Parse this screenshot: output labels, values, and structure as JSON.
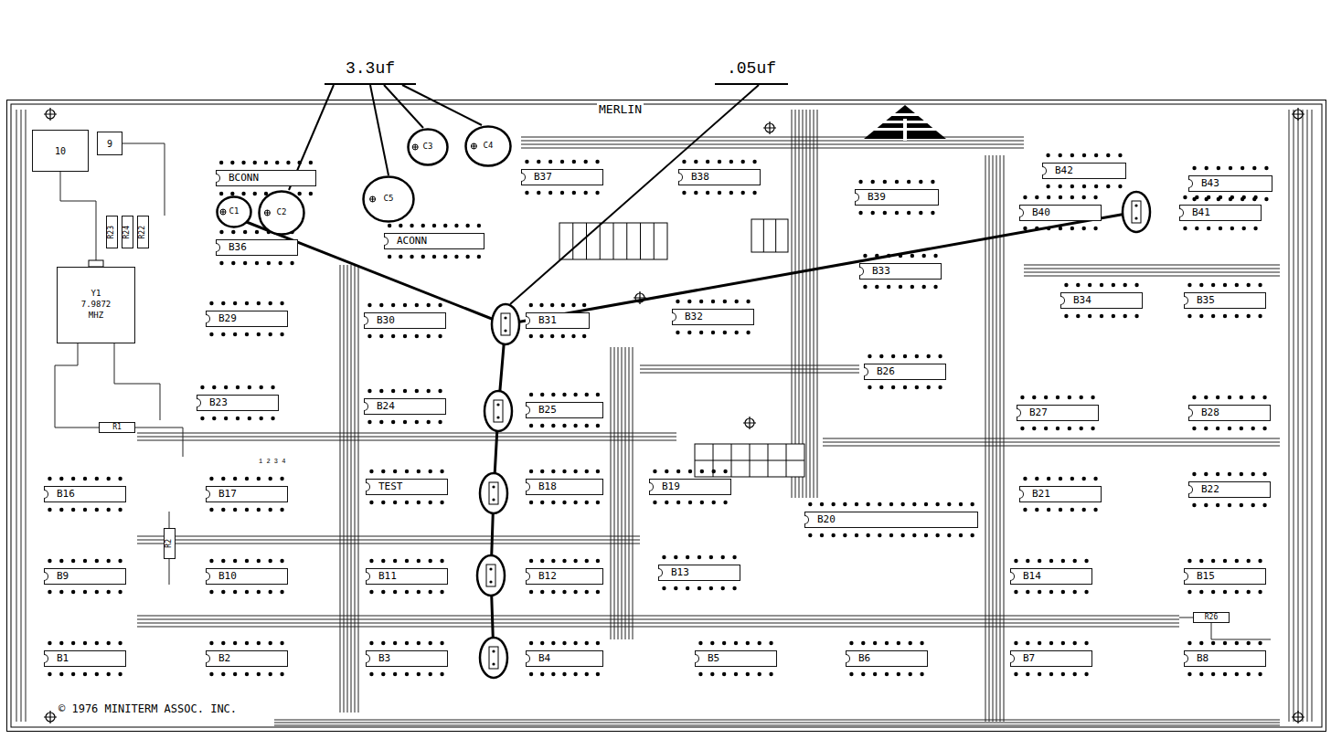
{
  "diagram": {
    "nodes": [
      {
        "text": [
          "MERLIN",
          "© 1976 MINITERM ASSOC. INC."
        ]
      },
      {
        "text": [
          "10"
        ],
        "in": 0
      },
      {
        "text": [
          "9"
        ],
        "in": 0
      },
      {
        "text": [
          "C3"
        ],
        "in": 0
      },
      {
        "text": [
          "C4"
        ],
        "in": 0
      },
      {
        "text": [
          "B37"
        ],
        "in": 0
      },
      {
        "text": [
          "B38"
        ],
        "in": 0
      },
      {
        "text": [
          "B42"
        ],
        "in": 0
      },
      {
        "text": [
          "B43"
        ],
        "in": 0
      },
      {
        "text": [
          "BCONN"
        ],
        "in": 0
      },
      {
        "text": [
          "C5"
        ],
        "in": 0
      },
      {
        "text": [
          "B39"
        ],
        "in": 0
      },
      {
        "text": [
          "C1"
        ],
        "in": 0
      },
      {
        "text": [
          "C2"
        ],
        "in": 0
      },
      {
        "text": [
          "R23"
        ],
        "in": 0
      },
      {
        "text": [
          "R24"
        ],
        "in": 0
      },
      {
        "text": [
          "R22"
        ],
        "in": 0
      },
      {
        "text": [
          "B40"
        ],
        "in": 0
      },
      {
        "text": [
          "B41"
        ],
        "in": 0
      },
      {
        "text": [
          "ACONN"
        ],
        "in": 0
      },
      {
        "text": [
          "B36"
        ],
        "in": 0
      },
      {
        "text": [
          "B33"
        ],
        "in": 0
      },
      {
        "text": [
          "Y1 7.9872 MHZ"
        ],
        "in": 0
      },
      {
        "text": [
          "B29"
        ],
        "in": 0
      },
      {
        "text": [
          "B30"
        ],
        "in": 0
      },
      {
        "text": [
          "B31"
        ],
        "in": 0
      },
      {
        "text": [
          "B32"
        ],
        "in": 0
      },
      {
        "text": [
          "B34"
        ],
        "in": 0
      },
      {
        "text": [
          "B35"
        ],
        "in": 0
      },
      {
        "text": [
          "B26"
        ],
        "in": 0
      },
      {
        "text": [
          "B23"
        ],
        "in": 0
      },
      {
        "text": [
          "B24"
        ],
        "in": 0
      },
      {
        "text": [
          "B25"
        ],
        "in": 0
      },
      {
        "text": [
          "B27"
        ],
        "in": 0
      },
      {
        "text": [
          "B28"
        ],
        "in": 0
      },
      {
        "text": [
          "R1"
        ],
        "in": 0
      },
      {
        "text": [
          "B16"
        ],
        "in": 0
      },
      {
        "text": [
          "B17"
        ],
        "in": 0
      },
      {
        "text": [
          "TEST"
        ],
        "in": 0
      },
      {
        "text": [
          "B18"
        ],
        "in": 0
      },
      {
        "text": [
          "B19"
        ],
        "in": 0
      },
      {
        "text": [
          "B21"
        ],
        "in": 0
      },
      {
        "text": [
          "B22"
        ],
        "in": 0
      },
      {
        "text": [
          "B20"
        ],
        "in": 0
      },
      {
        "text": [
          "R2"
        ],
        "in": 0
      },
      {
        "text": [
          "B9"
        ],
        "in": 0
      },
      {
        "text": [
          "B10"
        ],
        "in": 0
      },
      {
        "text": [
          "B11"
        ],
        "in": 0
      },
      {
        "text": [
          "B12"
        ],
        "in": 0
      },
      {
        "text": [
          "B13"
        ],
        "in": 0
      },
      {
        "text": [
          "B14"
        ],
        "in": 0
      },
      {
        "text": [
          "B15"
        ],
        "in": 0
      },
      {
        "text": [
          "R26"
        ],
        "in": 0
      },
      {
        "text": [
          "B1"
        ],
        "in": 0
      },
      {
        "text": [
          "B2"
        ],
        "in": 0
      },
      {
        "text": [
          "B3"
        ],
        "in": 0
      },
      {
        "text": [
          "B4"
        ],
        "in": 0
      },
      {
        "text": [
          "B5"
        ],
        "in": 0
      },
      {
        "text": [
          "B6"
        ],
        "in": 0
      },
      {
        "text": [
          "B7"
        ],
        "in": 0
      },
      {
        "text": [
          "B8"
        ],
        "in": 0
      }
    ],
    "labels": [
      "3.3uf",
      ".05uf",
      "1 2 3 4"
    ]
  }
}
